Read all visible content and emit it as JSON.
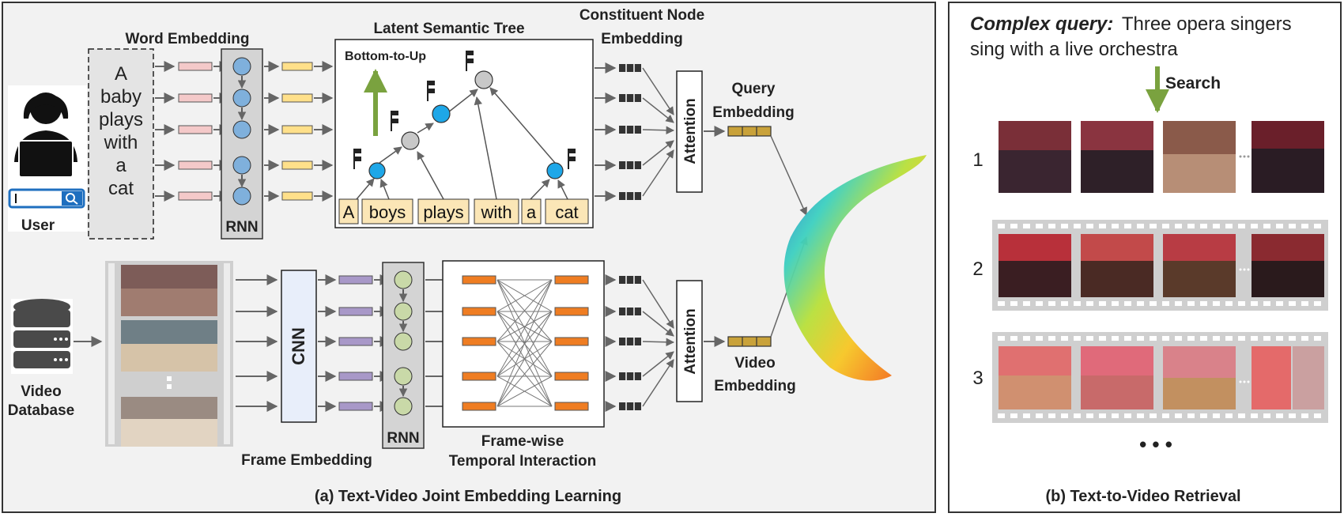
{
  "panel_a": {
    "caption": "(a) Text-Video Joint Embedding Learning",
    "user_label": "User",
    "video_db_label_1": "Video",
    "video_db_label_2": "Database",
    "sentence_words": [
      "A",
      "baby",
      "plays",
      "with",
      "a",
      "cat"
    ],
    "word_embedding_label": "Word Embedding",
    "rnn_label": "RNN",
    "latent_tree_label": "Latent Semantic Tree",
    "bottom_to_up_label": "Bottom-to-Up",
    "tree_leaves": [
      "A",
      "boys",
      "plays",
      "with",
      "a",
      "cat"
    ],
    "constituent_label_1": "Constituent Node",
    "constituent_label_2": "Embedding",
    "attention_label": "Attention",
    "query_embedding_label_1": "Query",
    "query_embedding_label_2": "Embedding",
    "cnn_label": "CNN",
    "frame_embedding_label": "Frame Embedding",
    "video_rnn_label": "RNN",
    "temporal_label_1": "Frame-wise",
    "temporal_label_2": "Temporal Interaction",
    "video_attention_label": "Attention",
    "video_embedding_label_1": "Video",
    "video_embedding_label_2": "Embedding"
  },
  "panel_b": {
    "caption": "(b) Text-to-Video Retrieval",
    "query_prefix": "Complex query:",
    "query_text_1": "Three opera singers",
    "query_text_2": "sing with a live orchestra",
    "search_label": "Search",
    "ranks": [
      "1",
      "2",
      "3"
    ],
    "more_label": "• • •"
  },
  "colors": {
    "word_emb": "#f4c9c9",
    "hidden_emb": "#ffe08a",
    "node_blue": "#1ea7e8",
    "node_green": "#c9d9a8",
    "frame_emb": "#a898c8",
    "orange_emb": "#ef7d22",
    "query_emb": "#c9a23a",
    "arrow_green": "#7aa23f",
    "panel_bg": "#f2f2f2"
  }
}
